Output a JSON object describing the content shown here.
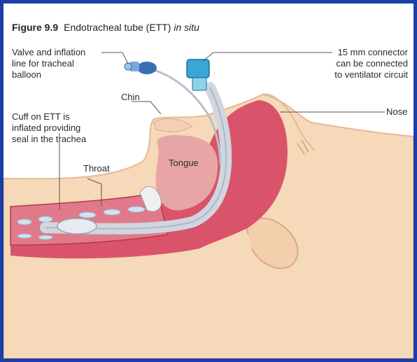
{
  "figure": {
    "number": "Figure 9.9",
    "title_main": "Endotracheal tube (ETT)",
    "title_italic": "in situ"
  },
  "labels": {
    "valve": [
      "Valve and inflation",
      "line for tracheal",
      "balloon"
    ],
    "connector": [
      "15 mm connector",
      "can be connected",
      "to ventilator circuit"
    ],
    "chin": "Chin",
    "nose": "Nose",
    "cuff": [
      "Cuff on ETT is",
      "inflated providing",
      "seal in the trachea"
    ],
    "throat": "Throat",
    "tongue": "Tongue"
  },
  "colors": {
    "frame_border": "#1a3fa8",
    "skin": "#f6d9b8",
    "skin_outline": "#e8b896",
    "tissue": "#d9546a",
    "tissue_dark": "#b8364e",
    "tongue": "#e8a5a5",
    "tube": "#cfd6df",
    "connector": "#3aa6d6",
    "valve": "#3b6fb5"
  }
}
